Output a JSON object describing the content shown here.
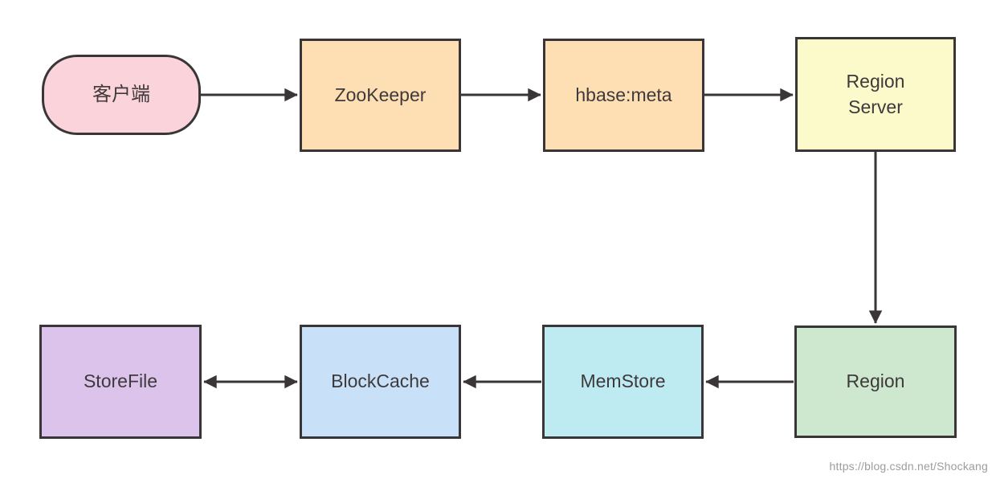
{
  "diagram": {
    "type": "flowchart",
    "stroke_color": "#3a3637",
    "text_color": "#3e393b",
    "background": "#ffffff",
    "nodes": [
      {
        "id": "client",
        "label": "客户端",
        "shape": "pill",
        "fill": "#fbd3da"
      },
      {
        "id": "zookeeper",
        "label": "ZooKeeper",
        "shape": "rect",
        "fill": "#fddfb3"
      },
      {
        "id": "hbase_meta",
        "label": "hbase:meta",
        "shape": "rect",
        "fill": "#fddfb3"
      },
      {
        "id": "region_server",
        "label": "Region Server",
        "shape": "rect",
        "fill": "#fcfacb"
      },
      {
        "id": "region",
        "label": "Region",
        "shape": "rect",
        "fill": "#cde8cf"
      },
      {
        "id": "memstore",
        "label": "MemStore",
        "shape": "rect",
        "fill": "#beebf2"
      },
      {
        "id": "blockcache",
        "label": "BlockCache",
        "shape": "rect",
        "fill": "#c8e1f8"
      },
      {
        "id": "storefile",
        "label": "StoreFile",
        "shape": "rect",
        "fill": "#dcc3ec"
      }
    ],
    "edges": [
      {
        "from": "client",
        "to": "zookeeper",
        "arrow": "single"
      },
      {
        "from": "zookeeper",
        "to": "hbase_meta",
        "arrow": "single"
      },
      {
        "from": "hbase_meta",
        "to": "region_server",
        "arrow": "single"
      },
      {
        "from": "region_server",
        "to": "region",
        "arrow": "single"
      },
      {
        "from": "region",
        "to": "memstore",
        "arrow": "single"
      },
      {
        "from": "memstore",
        "to": "blockcache",
        "arrow": "single"
      },
      {
        "from": "storefile",
        "to": "blockcache",
        "arrow": "double"
      }
    ]
  },
  "watermark": {
    "text": "https://blog.csdn.net/Shockang",
    "color": "#9c9c9c"
  }
}
